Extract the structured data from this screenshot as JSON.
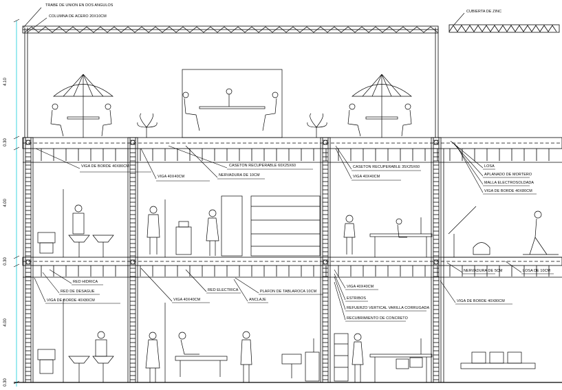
{
  "labels": {
    "top": [
      "TRABE DE UNION EN DOS ANGULOS",
      "COLUMNA DE ACERO 20X10CM",
      "CUBIERTA DE ZINC"
    ],
    "floor2": [
      "VIGA DE BORDE 40X80CM",
      "VIGA 40X40CM",
      "CASETON RECUPERABLE 60X25X60",
      "NERVADURA DE 10CM",
      "CASETON RECUPERABLE 35X25X60",
      "VIGA 40X40CM"
    ],
    "right": [
      "LOSA",
      "APLANADO DE MORTERO",
      "MALLA ELECTROSOLDADA",
      "VIGA DE BORDE 40X80CM",
      "NERVADURA DE 5CM",
      "LOSA DE 10CM",
      "VIGA DE BORDE 40X80CM"
    ],
    "floor1": [
      "RED HIDRICA",
      "RED DE DESAGUE",
      "VIGA DE BORDE 40X80CM",
      "VIGA 40X40CM",
      "RED ELECTRICA",
      "PLAFON DE TABLAROCA 10CM",
      "ANCLAJE",
      "VIGA 40X40CM",
      "ESTRIBOS",
      "REFUERZO VERTICAL VARILLA CORRUGADA",
      "RECUBRIMIENTO DE CONCRETO"
    ]
  },
  "dimensions": [
    "4.10",
    "0.30",
    "4.00",
    "0.30",
    "4.00",
    "0.30"
  ]
}
